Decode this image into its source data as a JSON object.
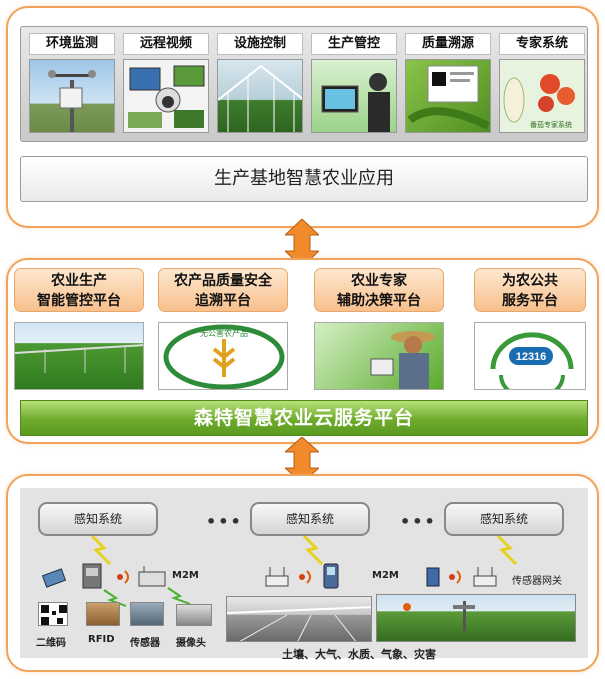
{
  "top_section": {
    "modules": [
      {
        "label": "环境监测"
      },
      {
        "label": "远程视频"
      },
      {
        "label": "设施控制"
      },
      {
        "label": "生产管控"
      },
      {
        "label": "质量溯源"
      },
      {
        "label": "专家系统"
      }
    ],
    "expert_image_caption": "番茄专家系统",
    "app_bar": "生产基地智慧农业应用"
  },
  "middle_section": {
    "platforms": [
      {
        "label": "农业生产\n智能管控平台"
      },
      {
        "label": "农产品质量安全\n追溯平台"
      },
      {
        "label": "农业专家\n辅助决策平台"
      },
      {
        "label": "为农公共\n服务平台"
      }
    ],
    "logo_text": "无公害农产品",
    "hotline": "12316",
    "cloud_bar": "森特智慧农业云服务平台"
  },
  "bottom_section": {
    "sense_boxes": [
      "感知系统",
      "感知系统",
      "感知系统"
    ],
    "ellipsis": "•••",
    "m2m_label": "M2M",
    "gateway_label": "传感器网关",
    "devices": [
      "二维码",
      "RFID",
      "传感器",
      "摄像头"
    ],
    "monitor_targets": "土壤、大气、水质、气象、灾害"
  },
  "colors": {
    "panel_border": "#f0a35a",
    "cloud_bar": "#6eab2c",
    "platform_label": "#f8c08c",
    "arrow": "#f08a2a"
  }
}
